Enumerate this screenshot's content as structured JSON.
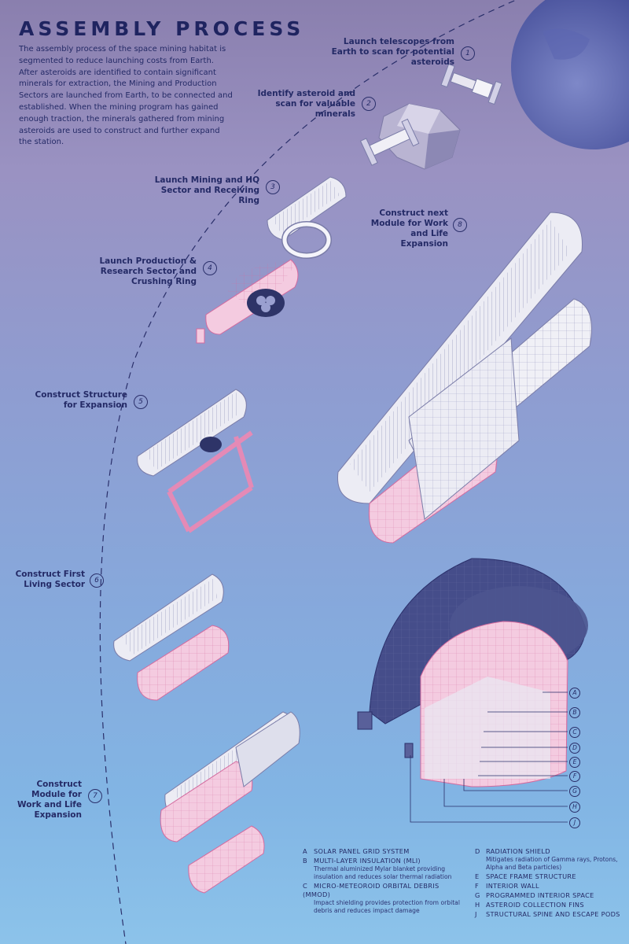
{
  "title": "ASSEMBLY PROCESS",
  "intro": "The assembly process of the space mining habitat is segmented to reduce launching costs from Earth. After asteroids are identified to contain significant minerals for extraction, the Mining and Production Sectors are launched from Earth, to be connected and established. When the mining program has gained enough traction, the minerals gathered from mining asteroids are used to construct and further expand the station.",
  "steps": [
    {
      "num": "1",
      "label": "Launch telescopes from Earth to scan for potential asteroids"
    },
    {
      "num": "2",
      "label": "Identify asteroid and scan for valuable minerals"
    },
    {
      "num": "3",
      "label": "Launch Mining and HQ Sector and Receiving Ring"
    },
    {
      "num": "4",
      "label": "Launch Production & Research Sector and Crushing Ring"
    },
    {
      "num": "5",
      "label": "Construct Structure for Expansion"
    },
    {
      "num": "6",
      "label": "Construct First Living Sector"
    },
    {
      "num": "7",
      "label": "Construct Module for Work and Life Expansion"
    },
    {
      "num": "8",
      "label": "Construct next Module for Work and Life Expansion"
    }
  ],
  "legend": [
    {
      "code": "A",
      "name": "SOLAR PANEL GRID SYSTEM",
      "desc": ""
    },
    {
      "code": "B",
      "name": "MULTI-LAYER INSULATION (MLI)",
      "desc": "Thermal aluminized Mylar blanket providing insulation and reduces solar thermal radiation"
    },
    {
      "code": "C",
      "name": "MICRO-METEOROID ORBITAL DEBRIS (MMOD)",
      "desc": "Impact shielding provides protection from orbital debris and reduces impact damage"
    },
    {
      "code": "D",
      "name": "RADIATION SHIELD",
      "desc": "Mitigates radiation of Gamma rays, Protons, Alpha and Beta particles)"
    },
    {
      "code": "E",
      "name": "SPACE FRAME STRUCTURE",
      "desc": ""
    },
    {
      "code": "F",
      "name": "INTERIOR WALL",
      "desc": ""
    },
    {
      "code": "G",
      "name": "PROGRAMMED INTERIOR SPACE",
      "desc": ""
    },
    {
      "code": "H",
      "name": "ASTEROID COLLECTION FINS",
      "desc": ""
    },
    {
      "code": "J",
      "name": "STRUCTURAL SPINE AND ESCAPE PODS",
      "desc": ""
    }
  ],
  "callouts": [
    "A",
    "B",
    "C",
    "D",
    "E",
    "F",
    "G",
    "H",
    "J"
  ],
  "colors": {
    "text": "#242a66",
    "module_pink": "#f2c4dc",
    "module_white": "#e8e8f2",
    "earth": "#4f5aa8"
  }
}
